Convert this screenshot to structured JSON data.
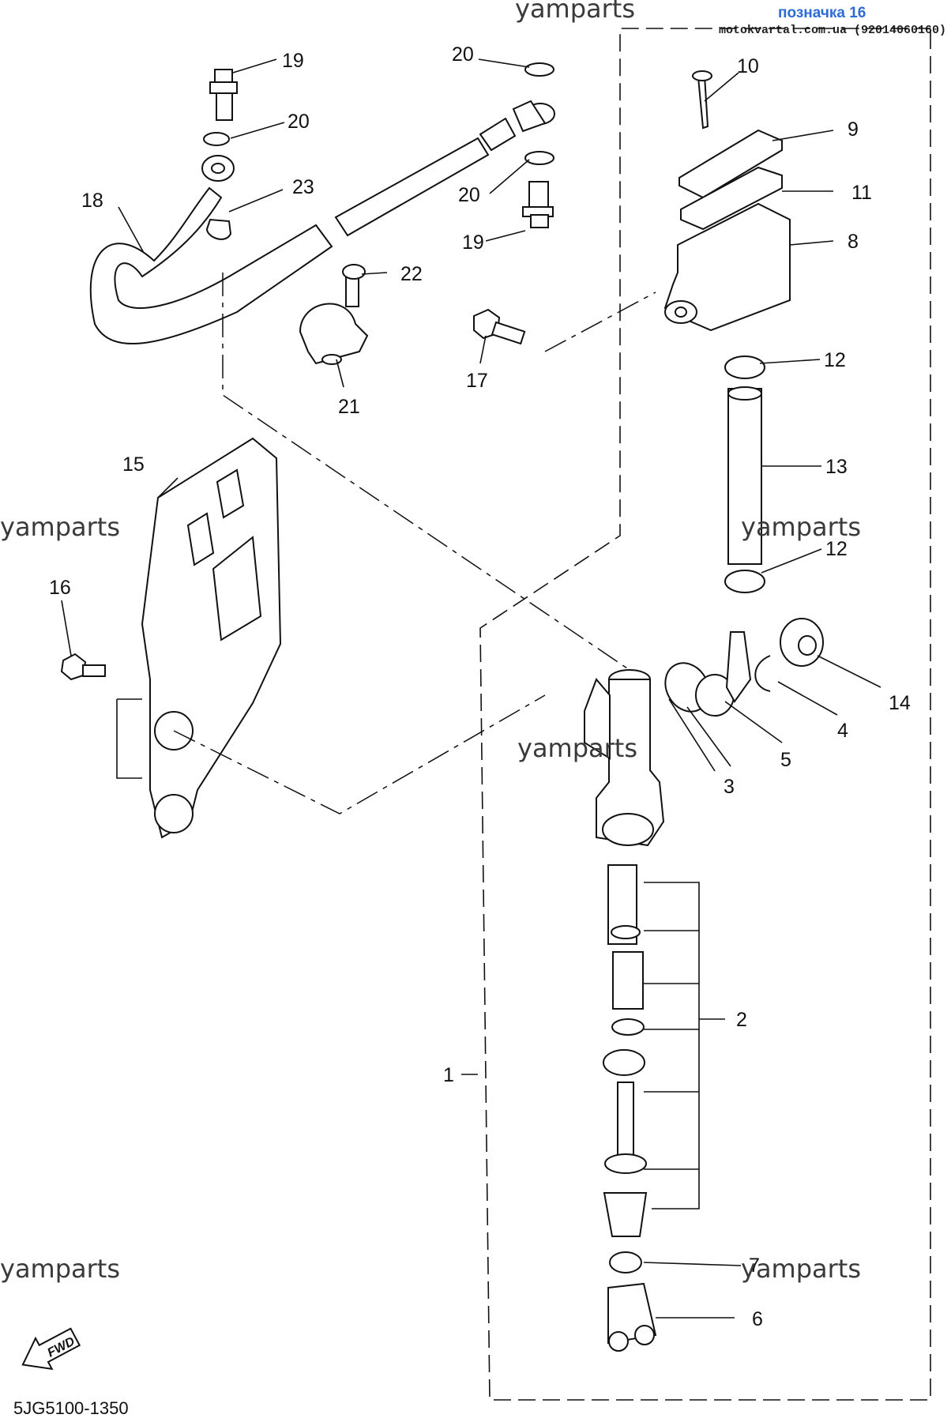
{
  "header": {
    "watermark_top": "yamparts",
    "page_link": "позначка 16",
    "site_ref": "motokvartal.com.ua (92014060160)"
  },
  "watermarks": [
    "yamparts",
    "yamparts",
    "yamparts",
    "yamparts",
    "yamparts",
    "yamparts"
  ],
  "callouts": {
    "c1": "1",
    "c2": "2",
    "c3": "3",
    "c4": "4",
    "c5": "5",
    "c6": "6",
    "c7": "7",
    "c8": "8",
    "c9": "9",
    "c10": "10",
    "c11": "11",
    "c12a": "12",
    "c12b": "12",
    "c13": "13",
    "c14": "14",
    "c15": "15",
    "c16": "16",
    "c17": "17",
    "c18": "18",
    "c19a": "19",
    "c19b": "19",
    "c20a": "20",
    "c20b": "20",
    "c20c": "20",
    "c21": "21",
    "c22": "22",
    "c23": "23"
  },
  "fwd_label": "FWD",
  "diagram_code": "5JG5100-1350",
  "icons": {
    "fwd": "fwd-arrow-icon"
  }
}
